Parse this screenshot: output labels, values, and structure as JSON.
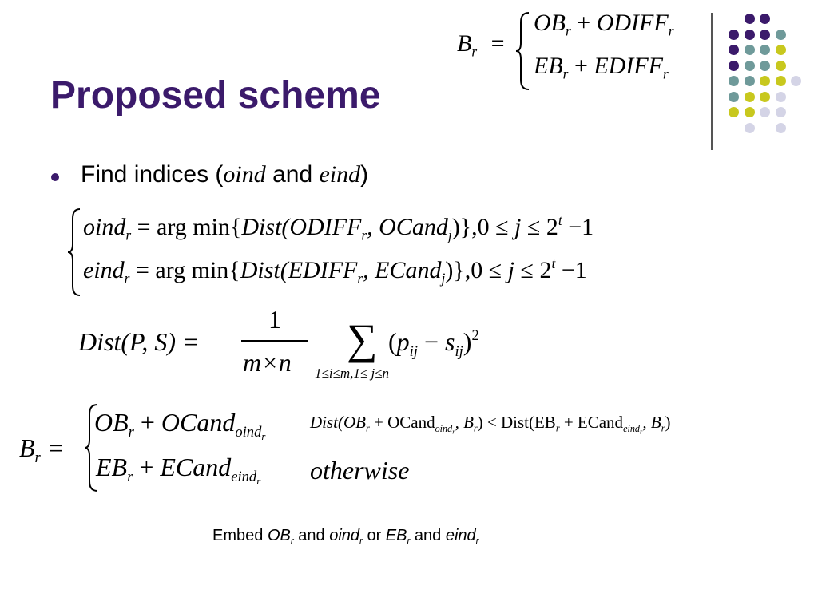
{
  "slide": {
    "title": "Proposed scheme",
    "bullet": {
      "prefix": "Find indices (",
      "var1": "oind",
      "mid": " and ",
      "var2": "eind",
      "suffix": ")"
    },
    "top_eq": {
      "lhs_main": "B",
      "lhs_sub": "r",
      "eqsign": "=",
      "row1": {
        "a": "OB",
        "a_sub": "r",
        "op": " + ",
        "b": "ODIFF",
        "b_sub": "r"
      },
      "row2": {
        "a": "EB",
        "a_sub": "r",
        "op": " + ",
        "b": "EDIFF",
        "b_sub": "r"
      }
    },
    "ind_eq": {
      "row1": {
        "v": "oind",
        "v_sub": "r",
        "eq": " = arg min{",
        "d": "Dist",
        "p1": "(ODIFF",
        "p1_sub": "r",
        "c": ", OCand",
        "c_sub": "j",
        "tail": ")},0 ≤ ",
        "j": "j",
        "le": " ≤ 2",
        "t": "t",
        "end": " −1"
      },
      "row2": {
        "v": "eind",
        "v_sub": "r",
        "eq": " = arg min{",
        "d": "Dist",
        "p1": "(EDIFF",
        "p1_sub": "r",
        "c": ", ECand",
        "c_sub": "j",
        "tail": ")},0 ≤ ",
        "j": "j",
        "le": " ≤ 2",
        "t": "t",
        "end": " −1"
      }
    },
    "dist_eq": {
      "lhs": "Dist(P, S) =",
      "num": "1",
      "den": "m×n",
      "sum": "∑",
      "sum_limits": "1≤i≤m,1≤ j≤n",
      "term_open": "(",
      "p": "p",
      "p_sub": "ij",
      "minus": " − ",
      "s": "s",
      "s_sub": "ij",
      "term_close": ")",
      "exp": "2"
    },
    "br_eq": {
      "lhs": "B",
      "lhs_sub": "r",
      "eqsign": "=",
      "row1": {
        "a": "OB",
        "a_sub": "r",
        "op": " + ",
        "b": "OCand",
        "b_sub": "oind",
        "b_subsub": "r"
      },
      "row2": {
        "a": "EB",
        "a_sub": "r",
        "op": " + ",
        "b": "ECand",
        "b_sub": "eind",
        "b_subsub": "r"
      },
      "cond1": "Dist(OB",
      "cond1_r": "r",
      "cond1_b": " + OCand",
      "cond1_bsub": "oind",
      "cond1_bsubsub": "r",
      "cond1_c": ", B",
      "cond1_csub": "r",
      "cond1_mid": ") < Dist(EB",
      "cond1_r2": "r",
      "cond1_d": " + ECand",
      "cond1_dsub": "eind",
      "cond1_dsubsub": "r",
      "cond1_e": ", B",
      "cond1_esub": "r",
      "cond1_end": ")",
      "cond2": "otherwise"
    },
    "embed": {
      "t1": "Embed ",
      "ob": "OB",
      "ob_sub": "r",
      "t2": " and ",
      "oind": "oind",
      "oind_sub": "r",
      "t3": " or ",
      "eb": "EB",
      "eb_sub": "r",
      "t4": " and ",
      "eind": "eind",
      "eind_sub": "r"
    },
    "colors": {
      "title": "#3b1a6b",
      "dot_purple": "#3b1a6b",
      "dot_teal": "#6f9a9a",
      "dot_yellow": "#c8c81e",
      "dot_lavender": "#d4d4e6"
    }
  }
}
